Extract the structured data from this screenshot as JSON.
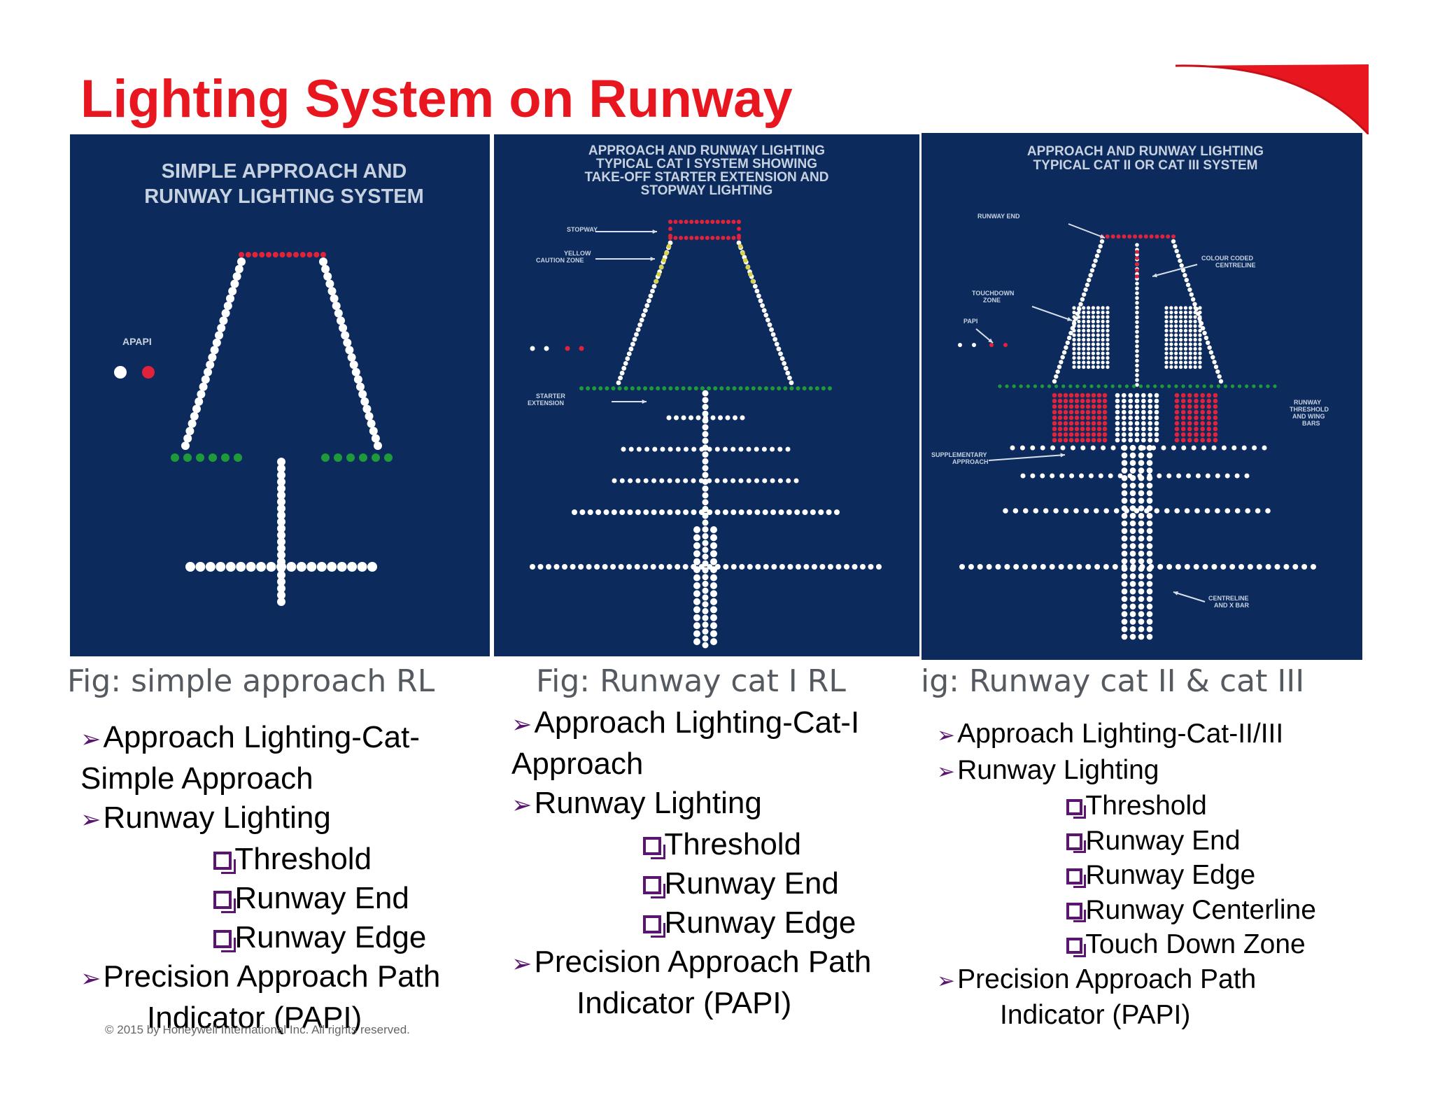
{
  "title": "Lighting System on Runway",
  "colors": {
    "title": "#e8171f",
    "panel_bg": "#0c2b5c",
    "light_white": "#ffffff",
    "light_red": "#e0223a",
    "light_green": "#1f9a3a",
    "light_yellow": "#d6d24a",
    "bullet": "#5b1470"
  },
  "panels": [
    {
      "title_lines": [
        "SIMPLE APPROACH AND",
        "RUNWAY LIGHTING SYSTEM"
      ],
      "labels": {
        "apapi": "APAPI"
      },
      "caption": "Fig: simple approach RL"
    },
    {
      "title_lines": [
        "APPROACH AND RUNWAY LIGHTING",
        "TYPICAL CAT I SYSTEM SHOWING",
        "TAKE-OFF STARTER EXTENSION AND",
        "STOPWAY LIGHTING"
      ],
      "labels": {
        "stopway": "STOPWAY",
        "caution_1": "YELLOW",
        "caution_2": "CAUTION ZONE",
        "starter_1": "STARTER",
        "starter_2": "EXTENSION"
      },
      "caption": "Fig: Runway cat I RL"
    },
    {
      "title_lines": [
        "APPROACH AND RUNWAY LIGHTING",
        "TYPICAL CAT II OR CAT III SYSTEM"
      ],
      "labels": {
        "runway_end": "RUNWAY END",
        "colour_1": "COLOUR CODED",
        "colour_2": "CENTRELINE",
        "tdz_1": "TOUCHDOWN",
        "tdz_2": "ZONE",
        "papi": "PAPI",
        "bars_1": "RUNWAY",
        "bars_2": "THRESHOLD",
        "bars_3": "AND WING",
        "bars_4": "BARS",
        "supp_1": "SUPPLEMENTARY",
        "supp_2": "APPROACH",
        "cl_1": "CENTRELINE",
        "cl_2": "AND X BAR"
      },
      "caption": "ig: Runway cat II & cat III"
    }
  ],
  "notes": [
    {
      "lines": [
        {
          "type": "arrow",
          "text": "Approach Lighting-Cat-"
        },
        {
          "type": "cont",
          "text": "Simple Approach"
        },
        {
          "type": "arrow",
          "text": "Runway Lighting"
        },
        {
          "type": "box",
          "text": "Threshold"
        },
        {
          "type": "box",
          "text": "Runway End"
        },
        {
          "type": "box",
          "text": "Runway Edge"
        },
        {
          "type": "arrow",
          "text": "Precision Approach Path"
        },
        {
          "type": "cont2",
          "text": "Indicator (PAPI)"
        }
      ]
    },
    {
      "lines": [
        {
          "type": "arrow",
          "text": "Approach Lighting-Cat-I"
        },
        {
          "type": "cont",
          "text": "Approach"
        },
        {
          "type": "arrow",
          "text": "Runway Lighting"
        },
        {
          "type": "box",
          "text": "Threshold"
        },
        {
          "type": "box",
          "text": "Runway End"
        },
        {
          "type": "box",
          "text": "Runway Edge"
        },
        {
          "type": "arrow",
          "text": "Precision Approach Path"
        },
        {
          "type": "cont2",
          "text": "Indicator (PAPI)"
        }
      ]
    },
    {
      "lines": [
        {
          "type": "arrow",
          "text": "Approach Lighting-Cat-II/III"
        },
        {
          "type": "arrow",
          "text": "Runway Lighting"
        },
        {
          "type": "box",
          "text": "Threshold"
        },
        {
          "type": "box",
          "text": "Runway End"
        },
        {
          "type": "box",
          "text": "Runway Edge"
        },
        {
          "type": "box",
          "text": "Runway Centerline"
        },
        {
          "type": "box",
          "text": "Touch Down Zone"
        },
        {
          "type": "arrow",
          "text": "Precision Approach Path"
        },
        {
          "type": "cont2",
          "text": "Indicator (PAPI)"
        }
      ]
    }
  ],
  "footer": "© 2015 by Honeywell International Inc. All rights reserved."
}
